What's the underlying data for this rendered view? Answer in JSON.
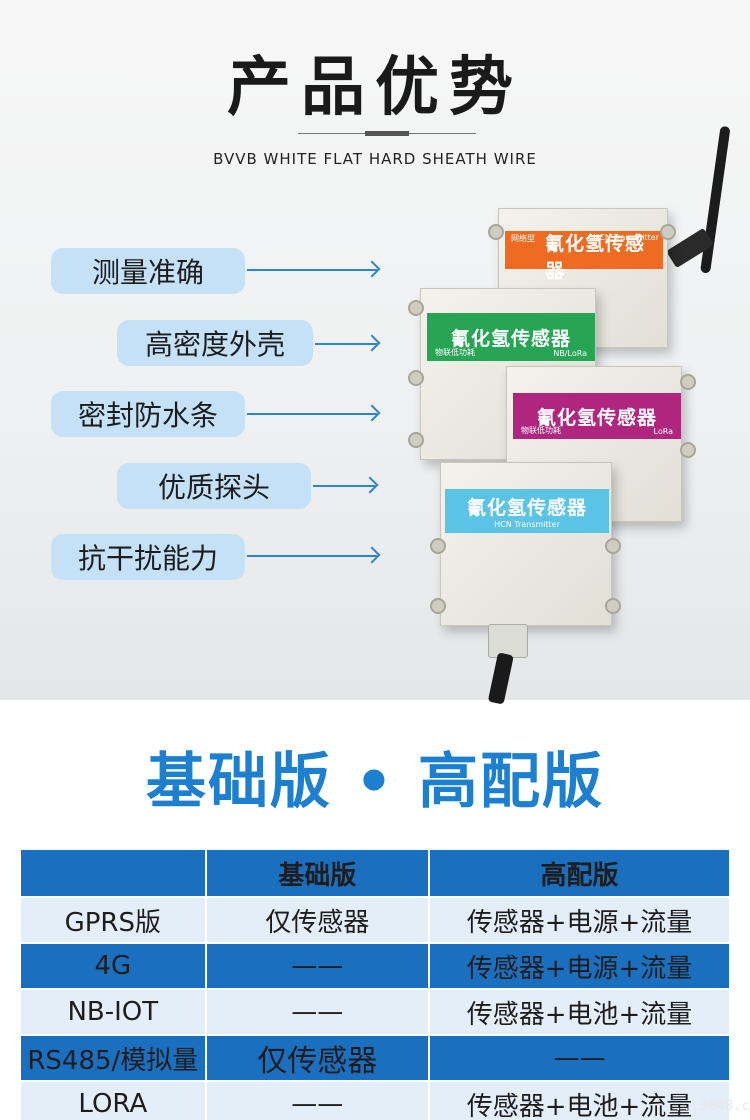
{
  "header": {
    "title": "产品优势",
    "subtitle": "BVVB WHITE FLAT HARD SHEATH WIRE"
  },
  "features": [
    "测量准确",
    "高密度外壳",
    "密封防水条",
    "优质探头",
    "抗干扰能力"
  ],
  "devices": {
    "orange": {
      "tag": "网络型",
      "model": "HCN Transmitter",
      "name": "氰化氢传感器",
      "color": "#ee6b21"
    },
    "green": {
      "name": "氰化氢传感器",
      "sub_left": "物联低功耗",
      "sub_right": "NB/LoRa",
      "color": "#28a455"
    },
    "purple": {
      "name": "氰化氢传感器",
      "sub_left": "物联低功耗",
      "sub_right": "LoRa",
      "color": "#b0267f"
    },
    "cyan": {
      "name": "氰化氢传感器",
      "model": "HCN Transmitter",
      "color": "#5bc3e6"
    }
  },
  "versions": {
    "title": "基础版 • 高配版",
    "table": {
      "headers": [
        "",
        "基础版",
        "高配版"
      ],
      "rows": [
        [
          "GPRS版",
          "仅传感器",
          "传感器+电源+流量"
        ],
        [
          "4G",
          "——",
          "传感器+电源+流量"
        ],
        [
          "NB-IOT",
          "——",
          "传感器+电池+流量"
        ],
        [
          "RS485/模拟量",
          "仅传感器",
          "——"
        ],
        [
          "LORA",
          "——",
          "传感器+电池+流量"
        ]
      ]
    }
  },
  "watermark": "...3848.c",
  "colors": {
    "accent": "#1b6fbf",
    "feature_bg": "#c4e1f7",
    "light_row": "#e3eef9",
    "title_blue": "#1d7fd0"
  }
}
